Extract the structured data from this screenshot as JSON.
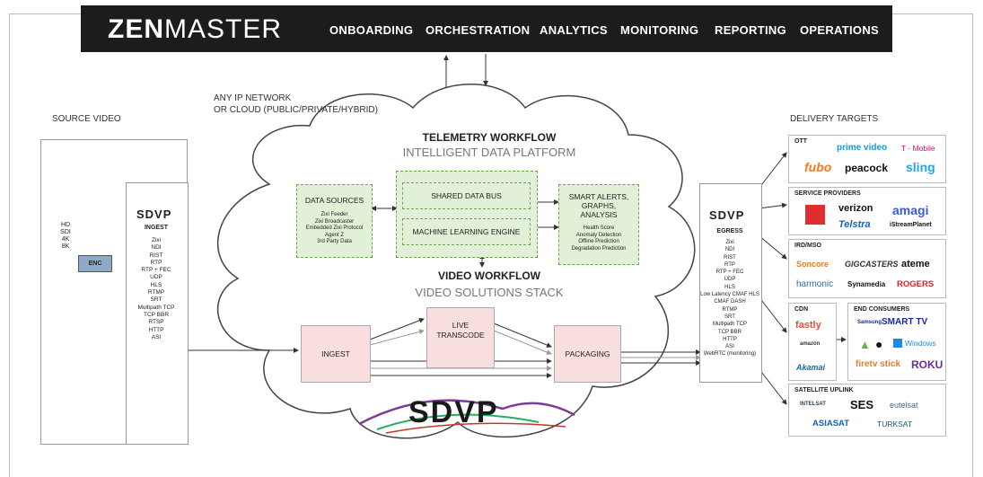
{
  "header": {
    "logo_bold": "ZEN",
    "logo_light": "MASTER",
    "nav": [
      "ONBOARDING",
      "ORCHESTRATION",
      "ANALYTICS",
      "MONITORING",
      "REPORTING",
      "OPERATIONS"
    ]
  },
  "labels": {
    "network": "ANY IP NETWORK",
    "network_sub": "OR CLOUD (PUBLIC/PRIVATE/HYBRID)",
    "source": "SOURCE VIDEO",
    "delivery": "DELIVERY TARGETS"
  },
  "source": {
    "formats": [
      "HD",
      "SDI",
      "4K",
      "8K"
    ],
    "enc": "ENC"
  },
  "ingest_panel": {
    "logo": "SDVP",
    "title": "INGEST",
    "protocols": [
      "Zixi",
      "NDI",
      "RIST",
      "RTP",
      "RTP + FEC",
      "UDP",
      "HLS",
      "RTMP",
      "SRT",
      "Multipath TCP",
      "TCP BBR",
      "RTSP",
      "HTTP",
      "ASI"
    ]
  },
  "egress_panel": {
    "logo": "SDVP",
    "title": "EGRESS",
    "protocols": [
      "Zixi",
      "NDI",
      "RIST",
      "RTP",
      "RTP + FEC",
      "UDP",
      "HLS",
      "Low Latency CMAF HLS",
      "CMAF DASH",
      "RTMP",
      "SRT",
      "Multipath TCP",
      "TCP BBR",
      "HTTP",
      "ASI",
      "WebRTC (monitoring)"
    ]
  },
  "telemetry": {
    "title": "TELEMETRY WORKFLOW",
    "subtitle": "INTELLIGENT DATA PLATFORM",
    "data_sources_title": "DATA SOURCES",
    "data_sources": [
      "Zixi Feeder",
      "Zixi Broadcaster",
      "Embedded Zixi Protocol",
      "Agent Z",
      "3rd Party Data"
    ],
    "bus": "SHARED DATA BUS",
    "ml": "MACHINE LEARNING ENGINE",
    "alerts_title": "SMART ALERTS, GRAPHS, ANALYSIS",
    "alerts": [
      "Health Score",
      "Anomaly Detection",
      "Offline Prediction",
      "Degradation Prediction"
    ]
  },
  "video": {
    "title": "VIDEO WORKFLOW",
    "subtitle": "VIDEO SOLUTIONS STACK",
    "ingest": "INGEST",
    "transcode": "LIVE TRANSCODE",
    "packaging": "PACKAGING",
    "logo": "SDVP"
  },
  "targets": {
    "ott": {
      "title": "OTT",
      "brands": [
        "prime video",
        "T - Mobile",
        "fubo",
        "peacock",
        "sling"
      ]
    },
    "sp": {
      "title": "SERVICE PROVIDERS",
      "brands": [
        "verizon",
        "amagi",
        "Telstra",
        "iStreamPlanet"
      ]
    },
    "ird": {
      "title": "IRD/MSO",
      "brands": [
        "Soncore",
        "GIGCASTERS",
        "ateme",
        "harmonic",
        "Synamedia",
        "ROGERS"
      ]
    },
    "cdn": {
      "title": "CDN",
      "brands": [
        "fastly",
        "amazon",
        "Akamai"
      ]
    },
    "end": {
      "title": "END CONSUMERS",
      "brands": [
        "Samsung",
        "SMART TV",
        "Windows",
        "firetv stick",
        "ROKU"
      ]
    },
    "sat": {
      "title": "SATELLITE UPLINK",
      "brands": [
        "INTELSAT",
        "SES",
        "eutelsat",
        "ASIASAT",
        "TURKSAT"
      ]
    }
  },
  "colors": {
    "accent_green": "#6aa84f",
    "pink": "#f8dede",
    "blue_enc": "#8ea9c8"
  }
}
